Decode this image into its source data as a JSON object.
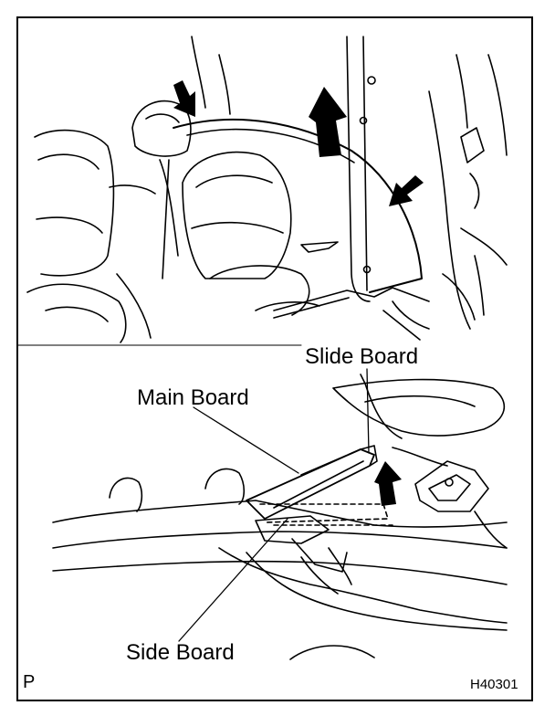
{
  "figure": {
    "labels": {
      "slide_board": "Slide Board",
      "main_board": "Main Board",
      "side_board": "Side Board"
    },
    "corner_mark": "P",
    "figure_code": "H40301"
  },
  "colors": {
    "line": "#000000",
    "background": "#ffffff"
  }
}
